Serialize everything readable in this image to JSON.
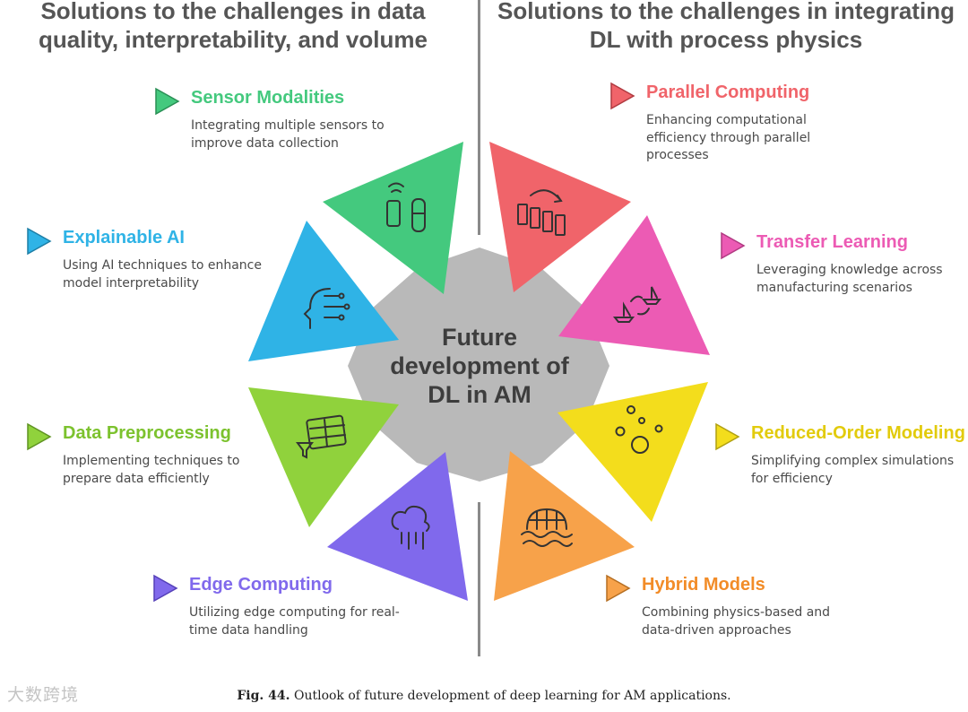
{
  "headings": {
    "left": "Solutions to the challenges in data quality, interpretability, and volume",
    "right": "Solutions to the challenges in integrating DL with process physics"
  },
  "center": "Future development of DL in AM",
  "items": [
    {
      "title": "Sensor Modalities",
      "desc": "Integrating multiple sensors to improve data collection",
      "color": "#44C97E",
      "icon": "sensors-icon"
    },
    {
      "title": "Explainable AI",
      "desc": "Using AI techniques to enhance model interpretability",
      "color": "#2FB3E6",
      "icon": "ai-head-icon"
    },
    {
      "title": "Data Preprocessing",
      "desc": "Implementing techniques to prepare data efficiently",
      "color": "#90D23C",
      "icon": "table-filter-icon"
    },
    {
      "title": "Edge Computing",
      "desc": "Utilizing edge computing for real-time data handling",
      "color": "#8069EC",
      "icon": "cloud-data-icon"
    },
    {
      "title": "Parallel Computing",
      "desc": "Enhancing computational efficiency through parallel processes",
      "color": "#F0646A",
      "icon": "parallel-blocks-icon"
    },
    {
      "title": "Transfer Learning",
      "desc": "Leveraging knowledge across manufacturing scenarios",
      "color": "#EC5BB4",
      "icon": "ships-transfer-icon"
    },
    {
      "title": "Reduced-Order Modeling",
      "desc": "Simplifying complex simulations for efficiency",
      "color": "#F3DD1C",
      "icon": "bubbles-icon"
    },
    {
      "title": "Hybrid Models",
      "desc": "Combining physics-based and data-driven approaches",
      "color": "#F7A24A",
      "icon": "globe-waves-icon"
    }
  ],
  "caption": {
    "label": "Fig. 44.",
    "text": "Outlook of future development of deep learning for AM applications."
  },
  "watermark": "大数跨境"
}
